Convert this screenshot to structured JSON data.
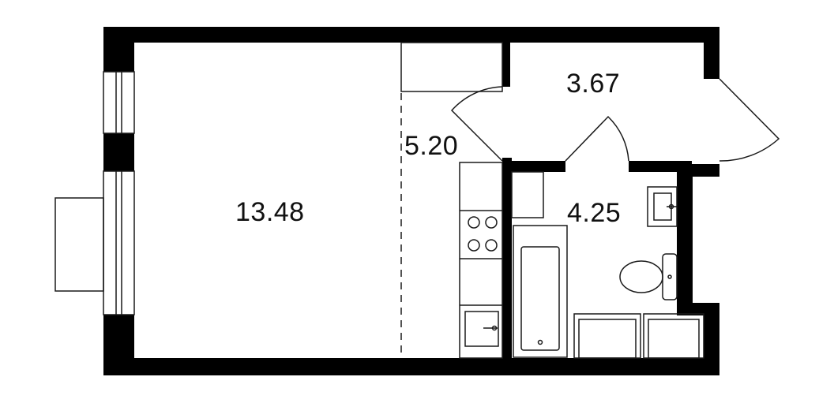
{
  "rooms": [
    {
      "id": "living-room",
      "area": "13.48"
    },
    {
      "id": "kitchen",
      "area": "5.20"
    },
    {
      "id": "hallway",
      "area": "3.67"
    },
    {
      "id": "bathroom",
      "area": "4.25"
    }
  ],
  "colors": {
    "wall": "#000000",
    "line": "#1a1a1a",
    "background": "#ffffff"
  }
}
